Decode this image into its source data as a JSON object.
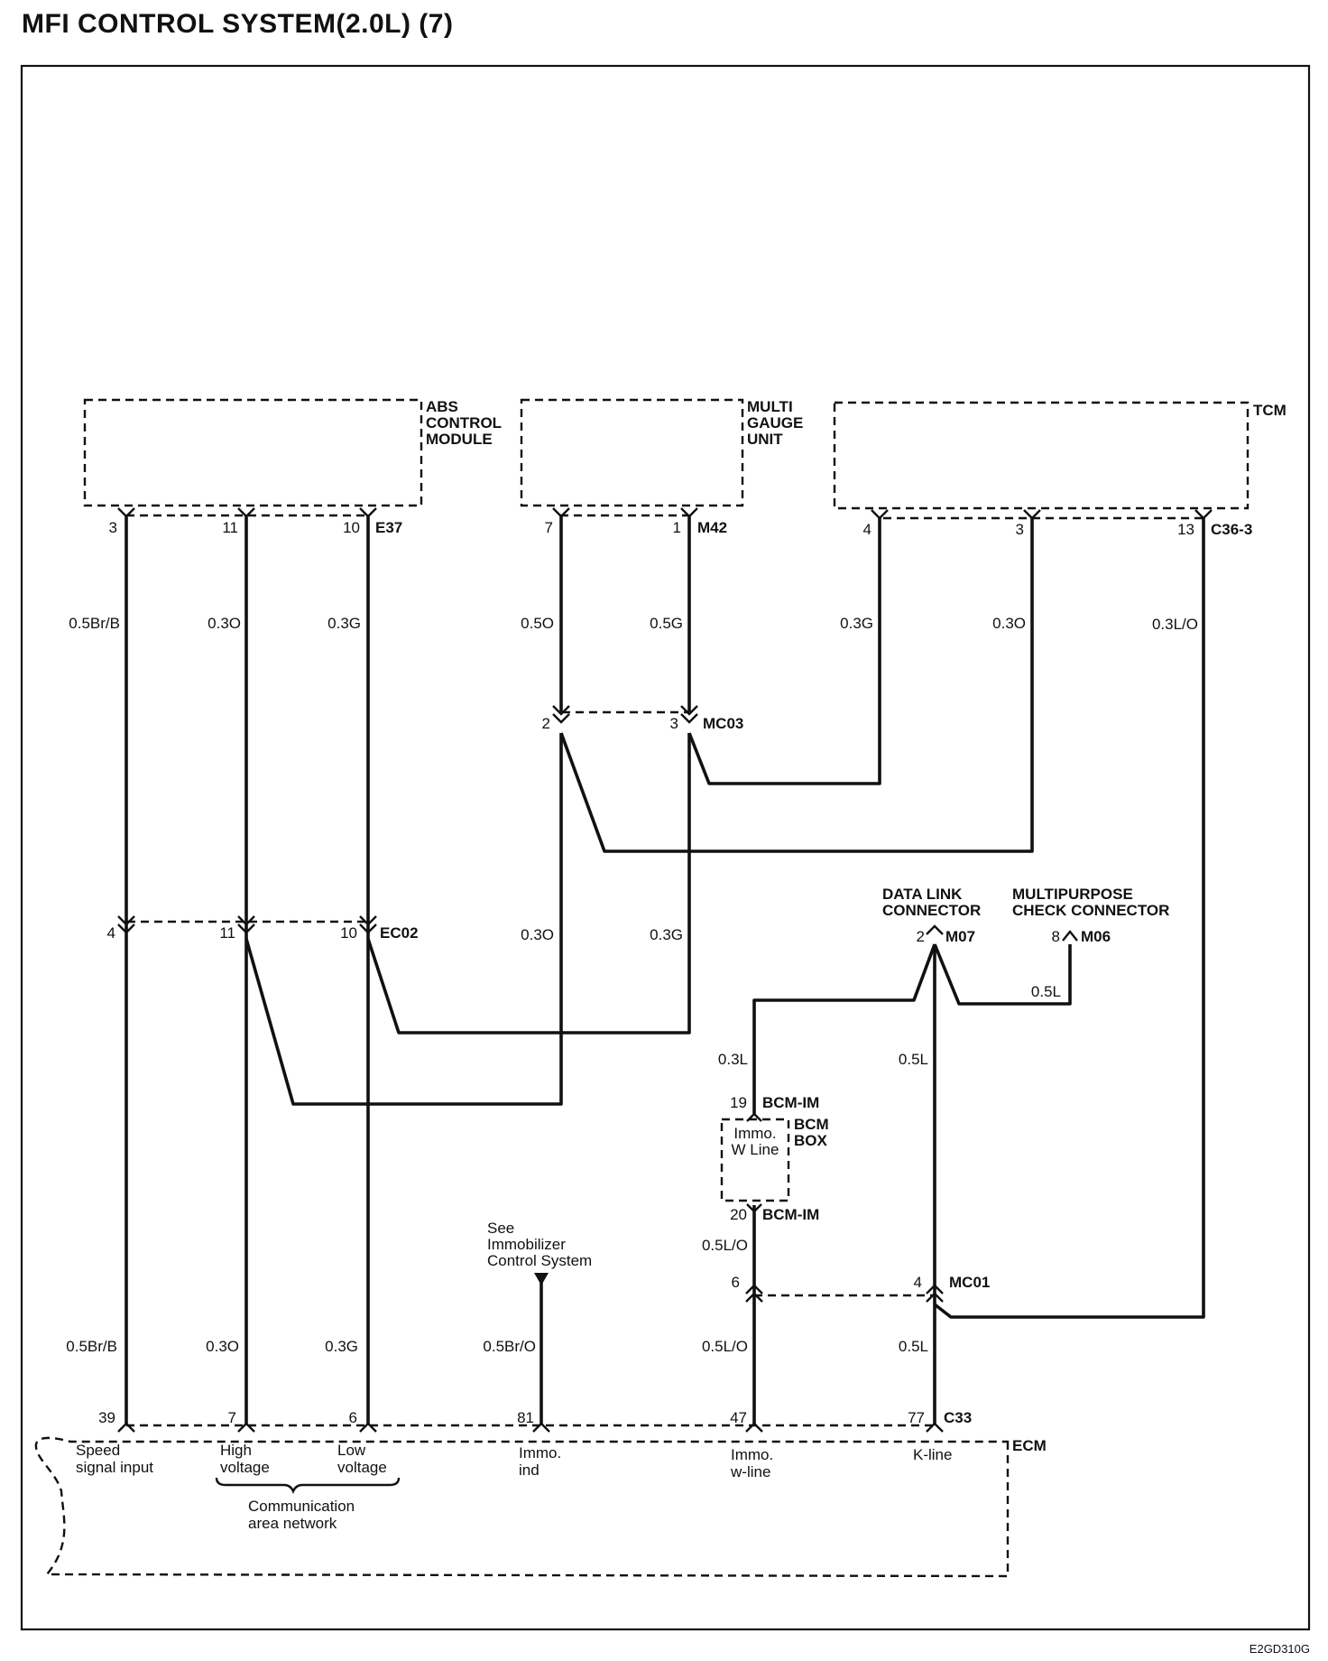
{
  "title": "MFI CONTROL SYSTEM(2.0L) (7)",
  "footer_code": "E2GD310G",
  "components": {
    "abs": [
      "ABS",
      "CONTROL",
      "MODULE"
    ],
    "multi_gauge": [
      "MULTI",
      "GAUGE",
      "UNIT"
    ],
    "tcm": "TCM",
    "data_link": [
      "DATA LINK",
      "CONNECTOR"
    ],
    "multipurpose": [
      "MULTIPURPOSE",
      "CHECK CONNECTOR"
    ],
    "bcm_box": [
      "BCM",
      "BOX"
    ],
    "bcm_inner": [
      "Immo.",
      "W Line"
    ],
    "ecm": "ECM",
    "immo_ref": [
      "See",
      "Immobilizer",
      "Control System"
    ]
  },
  "connectors": {
    "E37": "E37",
    "M42": "M42",
    "C36_3": "C36-3",
    "MC03": "MC03",
    "EC02": "EC02",
    "M07": "M07",
    "M06": "M06",
    "BCM_IM_top": "BCM-IM",
    "BCM_IM_bottom": "BCM-IM",
    "MC01": "MC01",
    "C33": "C33"
  },
  "pins": {
    "e37": [
      "3",
      "11",
      "10"
    ],
    "m42": [
      "7",
      "1"
    ],
    "c36": [
      "4",
      "3",
      "13"
    ],
    "mc03": [
      "2",
      "3"
    ],
    "ec02": [
      "4",
      "11",
      "10"
    ],
    "m07": "2",
    "m06": "8",
    "bcm_top": "19",
    "bcm_bottom": "20",
    "mc01": [
      "6",
      "4"
    ],
    "ecm": [
      "39",
      "7",
      "6",
      "81",
      "47",
      "77"
    ]
  },
  "wire_labels": {
    "top": [
      "0.5Br/B",
      "0.3O",
      "0.3G",
      "0.5O",
      "0.5G",
      "0.3G",
      "0.3O",
      "0.3L/O"
    ],
    "mid": [
      "0.3O",
      "0.3G"
    ],
    "m06_wire": "0.5L",
    "bcm_in": "0.3L",
    "dlc_down": "0.5L",
    "bcm_out": "0.5L/O",
    "bottom": [
      "0.5Br/B",
      "0.3O",
      "0.3G",
      "0.5Br/O",
      "0.5L/O",
      "0.5L"
    ]
  },
  "ecm_pins": {
    "speed": [
      "Speed",
      "signal input"
    ],
    "high": [
      "High",
      "voltage"
    ],
    "low": [
      "Low",
      "voltage"
    ],
    "immo_ind": [
      "Immo.",
      "ind"
    ],
    "immo_w": [
      "Immo.",
      "w-line"
    ],
    "kline": "K-line",
    "can": [
      "Communication",
      "area network"
    ]
  }
}
